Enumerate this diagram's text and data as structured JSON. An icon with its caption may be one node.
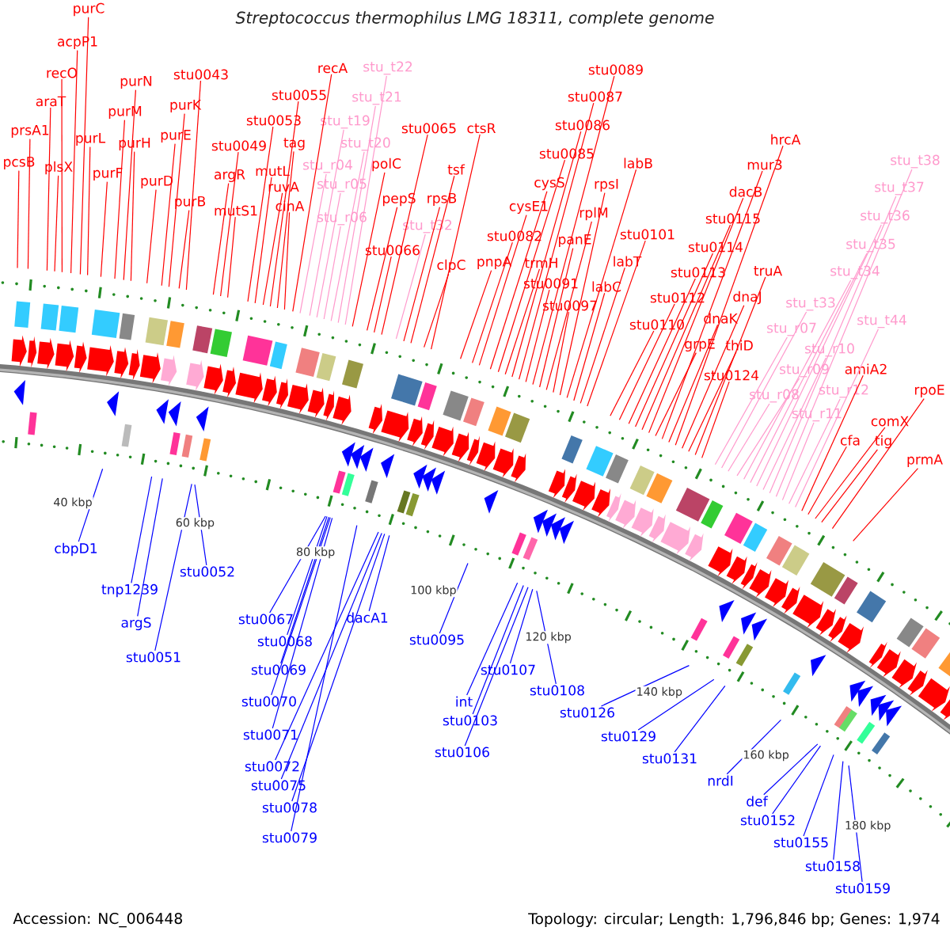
{
  "diagram": {
    "title": "Streptococcus thermophilus LMG 18311, complete genome",
    "nodes": [
      {
        "text": [
          "purC"
        ]
      },
      {
        "text": [
          "acpP1"
        ]
      },
      {
        "text": [
          "recO"
        ]
      },
      {
        "text": [
          "araT"
        ]
      },
      {
        "text": [
          "prsA1"
        ]
      },
      {
        "text": [
          "pcsB"
        ]
      },
      {
        "text": [
          "plsX"
        ]
      },
      {
        "text": [
          "purL"
        ]
      },
      {
        "text": [
          "purN"
        ]
      },
      {
        "text": [
          "purM"
        ]
      },
      {
        "text": [
          "purH"
        ]
      },
      {
        "text": [
          "purF"
        ]
      },
      {
        "text": [
          "stu0043"
        ]
      },
      {
        "text": [
          "purK"
        ]
      },
      {
        "text": [
          "purE"
        ]
      },
      {
        "text": [
          "purD"
        ]
      },
      {
        "text": [
          "purB"
        ]
      },
      {
        "text": [
          "stu0049"
        ]
      },
      {
        "text": [
          "argR"
        ]
      },
      {
        "text": [
          "mutS1"
        ]
      },
      {
        "text": [
          "stu0053"
        ]
      },
      {
        "text": [
          "stu0055"
        ]
      },
      {
        "text": [
          "recA"
        ]
      },
      {
        "text": [
          "tag"
        ]
      },
      {
        "text": [
          "mutL"
        ]
      },
      {
        "text": [
          "ruvA"
        ]
      },
      {
        "text": [
          "cinA"
        ]
      },
      {
        "text": [
          "stu_t22"
        ]
      },
      {
        "text": [
          "stu_t21"
        ]
      },
      {
        "text": [
          "stu_t19"
        ]
      },
      {
        "text": [
          "stu_t20"
        ]
      },
      {
        "text": [
          "stu_r04"
        ]
      },
      {
        "text": [
          "stu_r05"
        ]
      },
      {
        "text": [
          "stu_r06"
        ]
      },
      {
        "text": [
          "polC"
        ]
      },
      {
        "text": [
          "pepS"
        ]
      },
      {
        "text": [
          "stu0066"
        ]
      },
      {
        "text": [
          "stu_t32"
        ]
      },
      {
        "text": [
          "stu0065"
        ]
      },
      {
        "text": [
          "ctsR"
        ]
      },
      {
        "text": [
          "tsf"
        ]
      },
      {
        "text": [
          "rpsB"
        ]
      },
      {
        "text": [
          "clpC"
        ]
      },
      {
        "text": [
          "stu0089"
        ]
      },
      {
        "text": [
          "stu0087"
        ]
      },
      {
        "text": [
          "stu0086"
        ]
      },
      {
        "text": [
          "stu0085"
        ]
      },
      {
        "text": [
          "labB"
        ]
      },
      {
        "text": [
          "cysS"
        ]
      },
      {
        "text": [
          "rpsI"
        ]
      },
      {
        "text": [
          "cysE1"
        ]
      },
      {
        "text": [
          "rplM"
        ]
      },
      {
        "text": [
          "stu0082"
        ]
      },
      {
        "text": [
          "panE"
        ]
      },
      {
        "text": [
          "stu0101"
        ]
      },
      {
        "text": [
          "pnpA"
        ]
      },
      {
        "text": [
          "trmH"
        ]
      },
      {
        "text": [
          "labT"
        ]
      },
      {
        "text": [
          "stu0091"
        ]
      },
      {
        "text": [
          "labC"
        ]
      },
      {
        "text": [
          "stu0097"
        ]
      },
      {
        "text": [
          "hrcA"
        ]
      },
      {
        "text": [
          "mur3"
        ]
      },
      {
        "text": [
          "dacB"
        ]
      },
      {
        "text": [
          "stu0115"
        ]
      },
      {
        "text": [
          "stu0114"
        ]
      },
      {
        "text": [
          "truA"
        ]
      },
      {
        "text": [
          "stu0113"
        ]
      },
      {
        "text": [
          "dnaJ"
        ]
      },
      {
        "text": [
          "stu0112"
        ]
      },
      {
        "text": [
          "stu0110"
        ]
      },
      {
        "text": [
          "dnaK"
        ]
      },
      {
        "text": [
          "grpE"
        ]
      },
      {
        "text": [
          "thiD"
        ]
      },
      {
        "text": [
          "stu0124"
        ]
      },
      {
        "text": [
          "stu_t38"
        ]
      },
      {
        "text": [
          "stu_t37"
        ]
      },
      {
        "text": [
          "stu_t36"
        ]
      },
      {
        "text": [
          "stu_t35"
        ]
      },
      {
        "text": [
          "stu_t34"
        ]
      },
      {
        "text": [
          "stu_t33"
        ]
      },
      {
        "text": [
          "stu_r07"
        ]
      },
      {
        "text": [
          "stu_t44"
        ]
      },
      {
        "text": [
          "stu_r10"
        ]
      },
      {
        "text": [
          "stu_r09"
        ]
      },
      {
        "text": [
          "stu_r08"
        ]
      },
      {
        "text": [
          "stu_r12"
        ]
      },
      {
        "text": [
          "stu_r11"
        ]
      },
      {
        "text": [
          "amiA2"
        ]
      },
      {
        "text": [
          "rpoE"
        ]
      },
      {
        "text": [
          "comX"
        ]
      },
      {
        "text": [
          "cfa"
        ]
      },
      {
        "text": [
          "tig"
        ]
      },
      {
        "text": [
          "prmA"
        ]
      },
      {
        "text": [
          "cbpD1"
        ]
      },
      {
        "text": [
          "tnp1239"
        ]
      },
      {
        "text": [
          "argS"
        ]
      },
      {
        "text": [
          "stu0052"
        ]
      },
      {
        "text": [
          "stu0051"
        ]
      },
      {
        "text": [
          "stu0067"
        ]
      },
      {
        "text": [
          "stu0068"
        ]
      },
      {
        "text": [
          "stu0069"
        ]
      },
      {
        "text": [
          "stu0070"
        ]
      },
      {
        "text": [
          "stu0071"
        ]
      },
      {
        "text": [
          "stu0072"
        ]
      },
      {
        "text": [
          "stu0075"
        ]
      },
      {
        "text": [
          "stu0078"
        ]
      },
      {
        "text": [
          "stu0079"
        ]
      },
      {
        "text": [
          "dacA1"
        ]
      },
      {
        "text": [
          "stu0095"
        ]
      },
      {
        "text": [
          "int"
        ]
      },
      {
        "text": [
          "stu0103"
        ]
      },
      {
        "text": [
          "stu0106"
        ]
      },
      {
        "text": [
          "stu0107"
        ]
      },
      {
        "text": [
          "stu0108"
        ]
      },
      {
        "text": [
          "stu0126"
        ]
      },
      {
        "text": [
          "stu0129"
        ]
      },
      {
        "text": [
          "stu0131"
        ]
      },
      {
        "text": [
          "nrdI"
        ]
      },
      {
        "text": [
          "def"
        ]
      },
      {
        "text": [
          "stu0152"
        ]
      },
      {
        "text": [
          "stu0155"
        ]
      },
      {
        "text": [
          "stu0158"
        ]
      },
      {
        "text": [
          "stu0159"
        ]
      }
    ],
    "edges": [
      {
        "from": 0,
        "to": null,
        "arrow": "none"
      },
      {
        "from": 1,
        "to": null,
        "arrow": "none"
      },
      {
        "from": 2,
        "to": null,
        "arrow": "none"
      },
      {
        "from": 3,
        "to": null,
        "arrow": "none"
      },
      {
        "from": 4,
        "to": null,
        "arrow": "none"
      },
      {
        "from": 5,
        "to": null,
        "arrow": "none"
      },
      {
        "from": 6,
        "to": null,
        "arrow": "none"
      },
      {
        "from": 7,
        "to": null,
        "arrow": "none"
      },
      {
        "from": 8,
        "to": null,
        "arrow": "none"
      },
      {
        "from": 9,
        "to": null,
        "arrow": "none"
      },
      {
        "from": 10,
        "to": null,
        "arrow": "none"
      },
      {
        "from": 11,
        "to": null,
        "arrow": "none"
      },
      {
        "from": 12,
        "to": null,
        "arrow": "none"
      },
      {
        "from": 13,
        "to": null,
        "arrow": "none"
      },
      {
        "from": 14,
        "to": null,
        "arrow": "none"
      },
      {
        "from": 15,
        "to": null,
        "arrow": "none"
      },
      {
        "from": 16,
        "to": null,
        "arrow": "none"
      },
      {
        "from": 17,
        "to": null,
        "arrow": "none"
      },
      {
        "from": 18,
        "to": null,
        "arrow": "none"
      },
      {
        "from": 19,
        "to": null,
        "arrow": "none"
      },
      {
        "from": 20,
        "to": null,
        "arrow": "none"
      },
      {
        "from": 21,
        "to": null,
        "arrow": "none"
      },
      {
        "from": 22,
        "to": null,
        "arrow": "none"
      },
      {
        "from": 23,
        "to": null,
        "arrow": "none"
      },
      {
        "from": 24,
        "to": null,
        "arrow": "none"
      },
      {
        "from": 25,
        "to": null,
        "arrow": "none"
      },
      {
        "from": 26,
        "to": null,
        "arrow": "none"
      },
      {
        "from": 27,
        "to": null,
        "arrow": "none",
        "color": "#ff99cc"
      },
      {
        "from": 28,
        "to": null,
        "arrow": "none",
        "color": "#ff99cc"
      },
      {
        "from": 29,
        "to": null,
        "arrow": "none",
        "color": "#ff99cc"
      },
      {
        "from": 30,
        "to": null,
        "arrow": "none",
        "color": "#ff99cc"
      },
      {
        "from": 31,
        "to": null,
        "arrow": "none",
        "color": "#ff99cc"
      },
      {
        "from": 32,
        "to": null,
        "arrow": "none",
        "color": "#ff99cc"
      },
      {
        "from": 33,
        "to": null,
        "arrow": "none",
        "color": "#ff99cc"
      },
      {
        "from": 34,
        "to": null,
        "arrow": "none"
      },
      {
        "from": 35,
        "to": null,
        "arrow": "none"
      },
      {
        "from": 36,
        "to": null,
        "arrow": "none"
      },
      {
        "from": 37,
        "to": null,
        "arrow": "none",
        "color": "#ff99cc"
      },
      {
        "from": 38,
        "to": null,
        "arrow": "none"
      },
      {
        "from": 39,
        "to": null,
        "arrow": "none"
      },
      {
        "from": 40,
        "to": null,
        "arrow": "none"
      },
      {
        "from": 41,
        "to": null,
        "arrow": "none"
      },
      {
        "from": 42,
        "to": null,
        "arrow": "none"
      },
      {
        "from": 43,
        "to": null,
        "arrow": "none"
      },
      {
        "from": 44,
        "to": null,
        "arrow": "none"
      },
      {
        "from": 45,
        "to": null,
        "arrow": "none"
      },
      {
        "from": 46,
        "to": null,
        "arrow": "none"
      },
      {
        "from": 47,
        "to": null,
        "arrow": "none"
      },
      {
        "from": 48,
        "to": null,
        "arrow": "none"
      },
      {
        "from": 49,
        "to": null,
        "arrow": "none"
      },
      {
        "from": 50,
        "to": null,
        "arrow": "none"
      },
      {
        "from": 51,
        "to": null,
        "arrow": "none"
      },
      {
        "from": 52,
        "to": null,
        "arrow": "none"
      },
      {
        "from": 53,
        "to": null,
        "arrow": "none"
      },
      {
        "from": 54,
        "to": null,
        "arrow": "none"
      },
      {
        "from": 55,
        "to": null,
        "arrow": "none"
      },
      {
        "from": 56,
        "to": null,
        "arrow": "none"
      },
      {
        "from": 57,
        "to": null,
        "arrow": "none"
      },
      {
        "from": 58,
        "to": null,
        "arrow": "none"
      },
      {
        "from": 59,
        "to": null,
        "arrow": "none"
      },
      {
        "from": 60,
        "to": null,
        "arrow": "none"
      },
      {
        "from": 61,
        "to": null,
        "arrow": "none"
      },
      {
        "from": 62,
        "to": null,
        "arrow": "none"
      },
      {
        "from": 63,
        "to": null,
        "arrow": "none"
      },
      {
        "from": 64,
        "to": null,
        "arrow": "none"
      },
      {
        "from": 65,
        "to": null,
        "arrow": "none"
      },
      {
        "from": 66,
        "to": null,
        "arrow": "none"
      },
      {
        "from": 67,
        "to": null,
        "arrow": "none"
      },
      {
        "from": 68,
        "to": null,
        "arrow": "none"
      },
      {
        "from": 69,
        "to": null,
        "arrow": "none"
      },
      {
        "from": 70,
        "to": null,
        "arrow": "none"
      },
      {
        "from": 71,
        "to": null,
        "arrow": "none"
      },
      {
        "from": 72,
        "to": null,
        "arrow": "none"
      },
      {
        "from": 73,
        "to": null,
        "arrow": "none"
      },
      {
        "from": 74,
        "to": null,
        "arrow": "none"
      },
      {
        "from": 75,
        "to": null,
        "arrow": "none",
        "color": "#ff99cc"
      },
      {
        "from": 76,
        "to": null,
        "arrow": "none",
        "color": "#ff99cc"
      },
      {
        "from": 77,
        "to": null,
        "arrow": "none",
        "color": "#ff99cc"
      },
      {
        "from": 78,
        "to": null,
        "arrow": "none",
        "color": "#ff99cc"
      },
      {
        "from": 79,
        "to": null,
        "arrow": "none",
        "color": "#ff99cc"
      },
      {
        "from": 80,
        "to": null,
        "arrow": "none",
        "color": "#ff99cc"
      },
      {
        "from": 81,
        "to": null,
        "arrow": "none",
        "color": "#ff99cc"
      },
      {
        "from": 82,
        "to": null,
        "arrow": "none",
        "color": "#ff99cc"
      },
      {
        "from": 83,
        "to": null,
        "arrow": "none",
        "color": "#ff99cc"
      },
      {
        "from": 84,
        "to": null,
        "arrow": "none",
        "color": "#ff99cc"
      },
      {
        "from": 85,
        "to": null,
        "arrow": "none",
        "color": "#ff99cc"
      },
      {
        "from": 86,
        "to": null,
        "arrow": "none",
        "color": "#ff99cc"
      },
      {
        "from": 87,
        "to": null,
        "arrow": "none",
        "color": "#ff99cc"
      },
      {
        "from": 88,
        "to": null,
        "arrow": "none"
      },
      {
        "from": 89,
        "to": null,
        "arrow": "none"
      },
      {
        "from": 90,
        "to": null,
        "arrow": "none"
      },
      {
        "from": 91,
        "to": null,
        "arrow": "none"
      },
      {
        "from": 92,
        "to": null,
        "arrow": "none"
      },
      {
        "from": 93,
        "to": null,
        "arrow": "none"
      },
      {
        "from": 94,
        "to": null,
        "arrow": "none",
        "color": "#0000ff"
      },
      {
        "from": 95,
        "to": null,
        "arrow": "none",
        "color": "#0000ff"
      },
      {
        "from": 96,
        "to": null,
        "arrow": "none",
        "color": "#0000ff"
      },
      {
        "from": 97,
        "to": null,
        "arrow": "none",
        "color": "#0000ff"
      },
      {
        "from": 98,
        "to": null,
        "arrow": "none",
        "color": "#0000ff"
      },
      {
        "from": 99,
        "to": null,
        "arrow": "none",
        "color": "#0000ff"
      },
      {
        "from": 100,
        "to": null,
        "arrow": "none",
        "color": "#0000ff"
      },
      {
        "from": 101,
        "to": null,
        "arrow": "none",
        "color": "#0000ff"
      },
      {
        "from": 102,
        "to": null,
        "arrow": "none",
        "color": "#0000ff"
      },
      {
        "from": 103,
        "to": null,
        "arrow": "none",
        "color": "#0000ff"
      },
      {
        "from": 104,
        "to": null,
        "arrow": "none",
        "color": "#0000ff"
      },
      {
        "from": 105,
        "to": null,
        "arrow": "none",
        "color": "#0000ff"
      },
      {
        "from": 106,
        "to": null,
        "arrow": "none",
        "color": "#0000ff"
      },
      {
        "from": 107,
        "to": null,
        "arrow": "none",
        "color": "#0000ff"
      },
      {
        "from": 108,
        "to": null,
        "arrow": "none",
        "color": "#0000ff"
      },
      {
        "from": 109,
        "to": null,
        "arrow": "none",
        "color": "#0000ff"
      },
      {
        "from": 110,
        "to": null,
        "arrow": "none",
        "color": "#0000ff"
      },
      {
        "from": 111,
        "to": null,
        "arrow": "none",
        "color": "#0000ff"
      },
      {
        "from": 112,
        "to": null,
        "arrow": "none",
        "color": "#0000ff"
      },
      {
        "from": 113,
        "to": null,
        "arrow": "none",
        "color": "#0000ff"
      },
      {
        "from": 114,
        "to": null,
        "arrow": "none",
        "color": "#0000ff"
      },
      {
        "from": 115,
        "to": null,
        "arrow": "none",
        "color": "#0000ff"
      },
      {
        "from": 116,
        "to": null,
        "arrow": "none",
        "color": "#0000ff"
      },
      {
        "from": 117,
        "to": null,
        "arrow": "none",
        "color": "#0000ff"
      },
      {
        "from": 118,
        "to": null,
        "arrow": "none",
        "color": "#0000ff"
      },
      {
        "from": 119,
        "to": null,
        "arrow": "none",
        "color": "#0000ff"
      },
      {
        "from": 120,
        "to": null,
        "arrow": "none",
        "color": "#0000ff"
      },
      {
        "from": 121,
        "to": null,
        "arrow": "none",
        "color": "#0000ff"
      },
      {
        "from": 122,
        "to": null,
        "arrow": "none",
        "color": "#0000ff"
      },
      {
        "from": 123,
        "to": null,
        "arrow": "none",
        "color": "#0000ff"
      }
    ],
    "labels": [
      "40 kbp",
      "60 kbp",
      "80 kbp",
      "100 kbp",
      "120 kbp",
      "140 kbp",
      "160 kbp",
      "180 kbp",
      "Accession: NC_006448",
      "Topology: circular; Length: 1,796,846 bp; Genes: 1,974"
    ]
  }
}
